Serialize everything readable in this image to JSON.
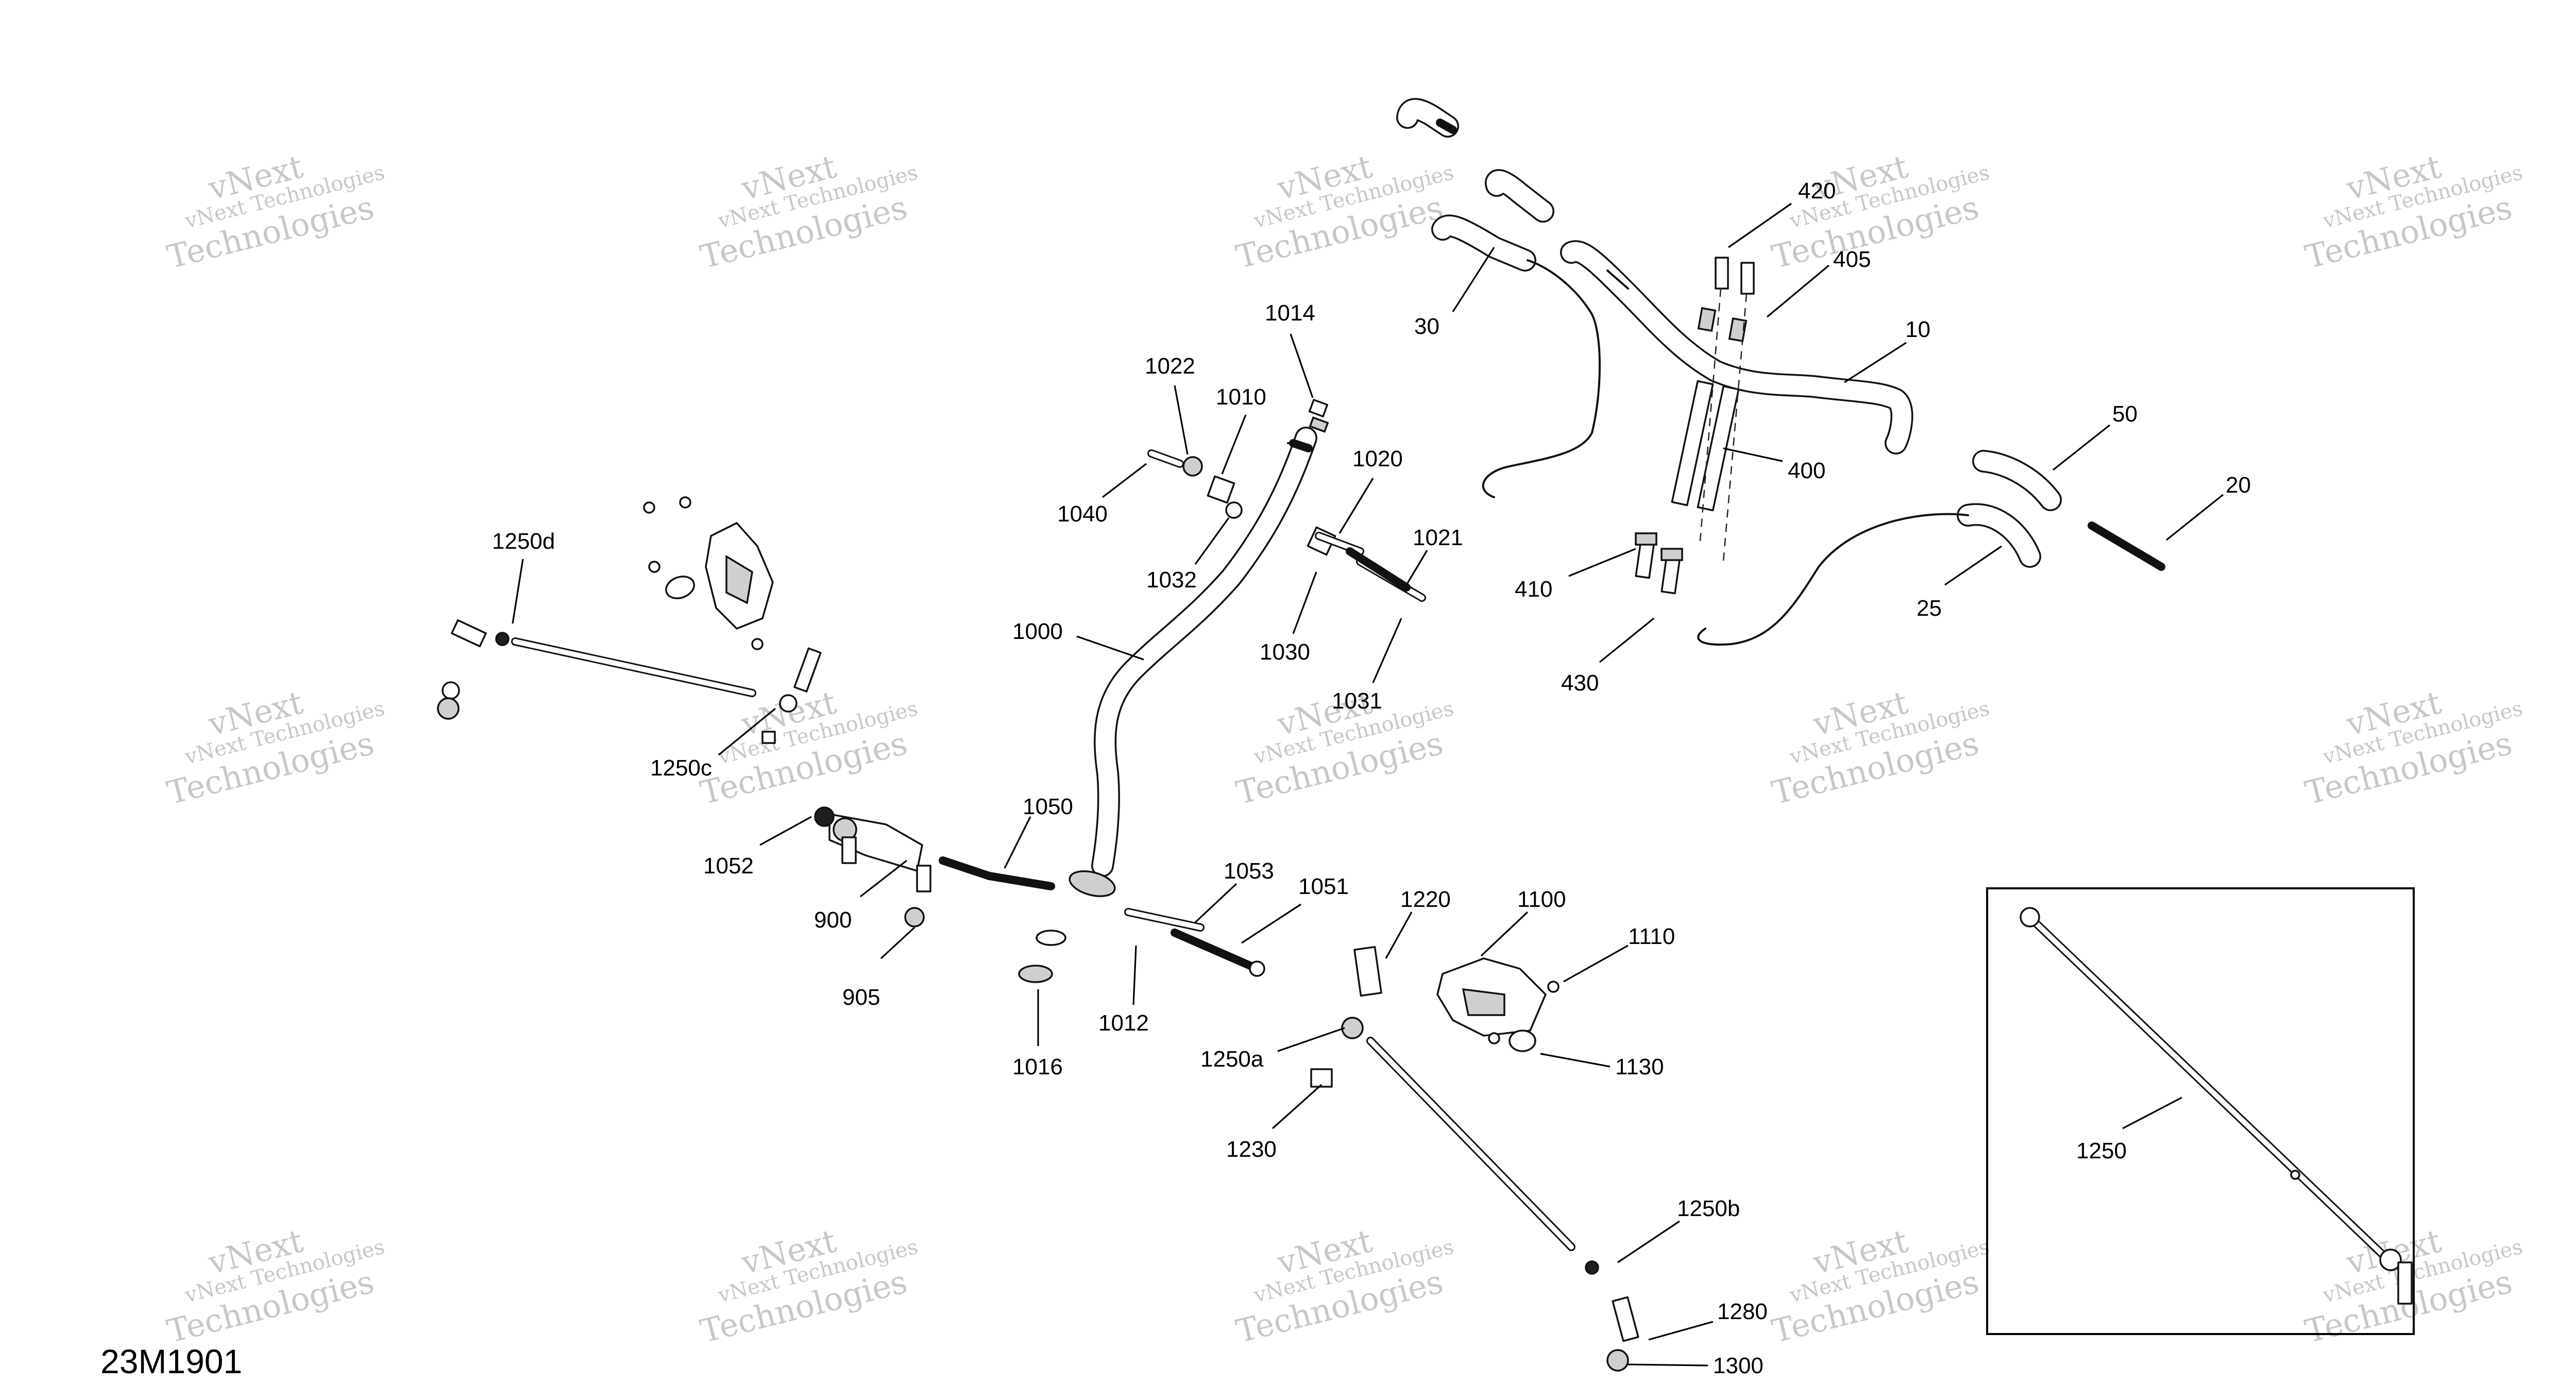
{
  "diagram_code": "23M1901",
  "watermark": {
    "company": "vNext Technologies",
    "brand_a": "vNext",
    "brand_b": "Technologies"
  },
  "callouts": {
    "c10": "10",
    "c20": "20",
    "c25": "25",
    "c30": "30",
    "c50": "50",
    "c400": "400",
    "c405": "405",
    "c410": "410",
    "c420": "420",
    "c430": "430",
    "c900": "900",
    "c905": "905",
    "c1000": "1000",
    "c1010": "1010",
    "c1012": "1012",
    "c1014": "1014",
    "c1016": "1016",
    "c1020": "1020",
    "c1021": "1021",
    "c1022": "1022",
    "c1030": "1030",
    "c1031": "1031",
    "c1032": "1032",
    "c1040": "1040",
    "c1050": "1050",
    "c1051": "1051",
    "c1052": "1052",
    "c1053": "1053",
    "c1100": "1100",
    "c1110": "1110",
    "c1130": "1130",
    "c1220": "1220",
    "c1230": "1230",
    "c1250": "1250",
    "c1250a": "1250a",
    "c1250b": "1250b",
    "c1250c": "1250c",
    "c1250d": "1250d",
    "c1280": "1280",
    "c1300": "1300"
  }
}
